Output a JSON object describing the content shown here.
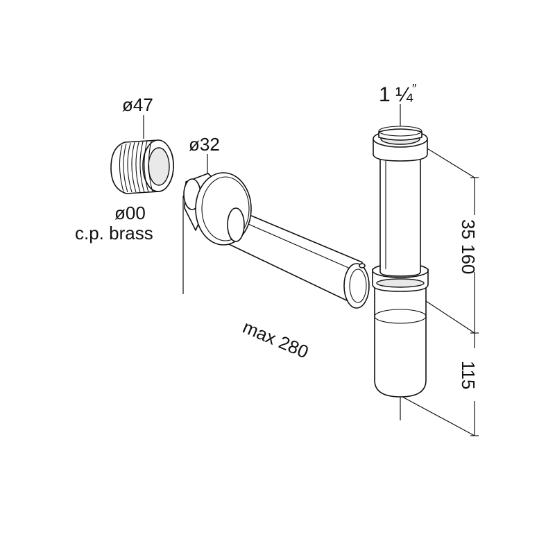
{
  "labels": {
    "adapter_diameter": "ø47",
    "pipe_diameter": "ø32",
    "finish_code": "ø00",
    "finish_name": "c.p. brass",
    "thread_size_whole": "1",
    "thread_size_fraction": "¼",
    "thread_size_inch_mark": "″",
    "length_max": "max 280",
    "dim_upper": "35",
    "dim_total": "160",
    "dim_lower": "115"
  },
  "colors": {
    "line": "#111111",
    "background": "#ffffff",
    "shade": "#e9e9e9"
  }
}
